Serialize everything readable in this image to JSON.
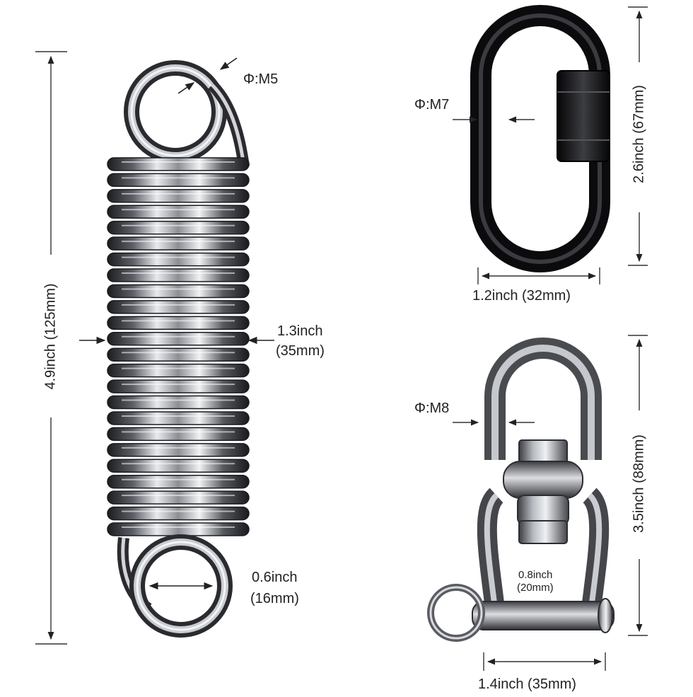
{
  "spring": {
    "wire_label": "Φ:M5",
    "length_label": "4.9inch (125mm)",
    "width_line1": "1.3inch",
    "width_line2": "(35mm)",
    "eye_line1": "0.6inch",
    "eye_line2": "(16mm)"
  },
  "quick_link": {
    "wire_label": "Φ:M7",
    "height_label": "2.6inch (67mm)",
    "width_label": "1.2inch (32mm)"
  },
  "swivel": {
    "wire_label": "Φ:M8",
    "height_label": "3.5inch (88mm)",
    "inner_line1": "0.8inch",
    "inner_line2": "(20mm)",
    "width_label": "1.4inch (35mm)"
  },
  "colors": {
    "steel_dark": "#2a2a2e",
    "steel_light": "#d9dbe0",
    "link_black": "#0d0d0f",
    "dimension_line": "#333333"
  }
}
